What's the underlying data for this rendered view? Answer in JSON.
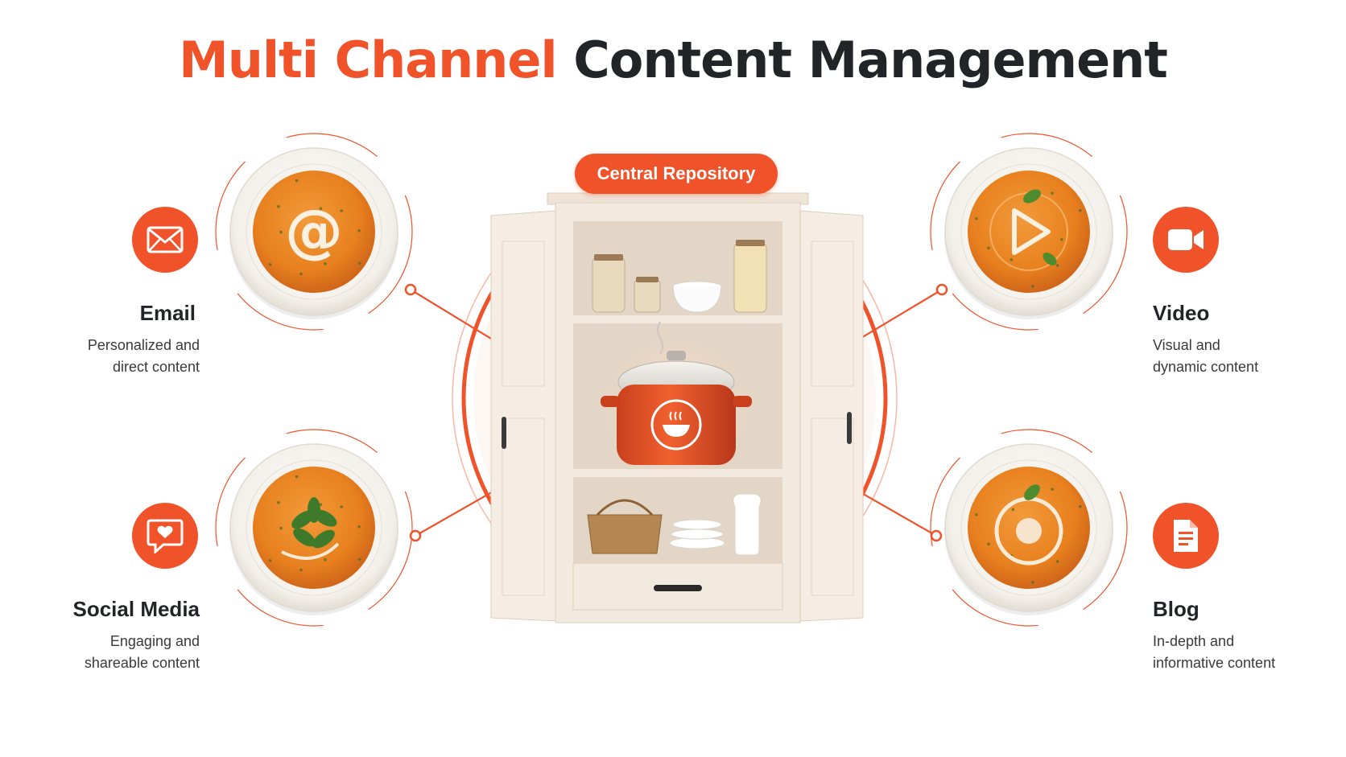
{
  "title": {
    "part1": "Multi Channel",
    "part2": "Content Management"
  },
  "center": {
    "label": "Central Repository"
  },
  "channels": [
    {
      "name": "Email",
      "desc": [
        "Personalized and",
        "direct content"
      ],
      "icon": "envelope-icon",
      "bowl_mark": "@"
    },
    {
      "name": "Social Media",
      "desc": [
        "Engaging and",
        "shareable content"
      ],
      "icon": "chat-heart-icon"
    },
    {
      "name": "Video",
      "desc": [
        "Visual and",
        "dynamic content"
      ],
      "icon": "video-camera-icon"
    },
    {
      "name": "Blog",
      "desc": [
        "In-depth and",
        "informative content"
      ],
      "icon": "document-icon"
    }
  ],
  "colors": {
    "accent": "#F0522A",
    "dark": "#222428",
    "soup": "#E8801E",
    "cabinet": "#F3EADF"
  }
}
